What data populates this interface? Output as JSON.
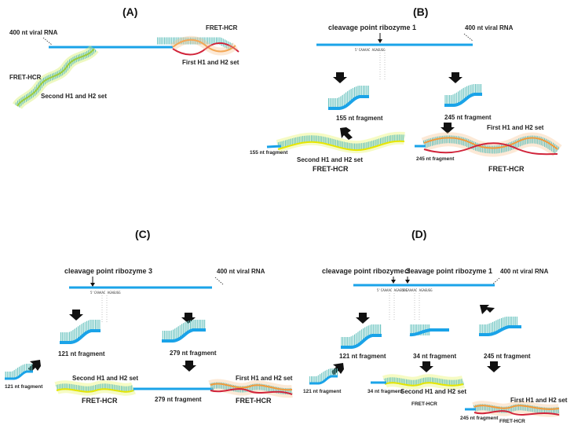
{
  "panels": {
    "a": {
      "label": "(A)",
      "viral_rna": "400 nt viral RNA",
      "fret_top": "FRET-HCR",
      "first_set": "First H1 and H2 set",
      "fret_left": "FRET-HCR",
      "second_set": "Second H1 and H2 set"
    },
    "b": {
      "label": "(B)",
      "cleavage": "cleavage point ribozyme 1",
      "viral_rna": "400 nt viral RNA",
      "frag_155": "155 nt fragment",
      "frag_245": "245 nt fragment",
      "frag_155_small": "155 nt fragment",
      "second_set": "Second H1 and H2 set",
      "fret_left": "FRET-HCR",
      "frag_245_small": "245 nt fragment",
      "first_set": "First H1 and H2 set",
      "fret_right": "FRET-HCR"
    },
    "c": {
      "label": "(C)",
      "cleavage": "cleavage point ribozyme 3",
      "viral_rna": "400 nt viral RNA",
      "frag_121": "121 nt fragment",
      "frag_279": "279 nt fragment",
      "frag_121_small": "121 nt fragment",
      "second_set": "Second H1 and H2 set",
      "fret_left": "FRET-HCR",
      "frag_279_mid": "279 nt fragment",
      "first_set": "First H1 and H2 set",
      "fret_right": "FRET-HCR"
    },
    "d": {
      "label": "(D)",
      "cleavage3": "cleavage point ribozyme 3",
      "cleavage1": "cleavage point ribozyme 1",
      "viral_rna": "400 nt viral RNA",
      "frag_121": "121 nt fragment",
      "frag_34": "34 nt fragment",
      "frag_245": "245 nt fragment",
      "frag_121_small": "121 nt fragment",
      "frag_34_small": "34 nt fragment",
      "second_set": "Second H1 and H2 set",
      "fret_mid": "FRET-HCR",
      "first_set": "First H1 and H2 set",
      "frag_245_small": "245 nt fragment",
      "fret_right": "FRET-HCR"
    }
  },
  "ribozyme_sequence": "5'CAAAAC AGAGUGG",
  "colors": {
    "rna": "#1aa3e8",
    "teal": "#6fc7c2",
    "yellow": "#e6e600",
    "green": "#9ccc3c",
    "orange": "#f29a3a",
    "red": "#d1243a",
    "arrow": "#111111"
  }
}
